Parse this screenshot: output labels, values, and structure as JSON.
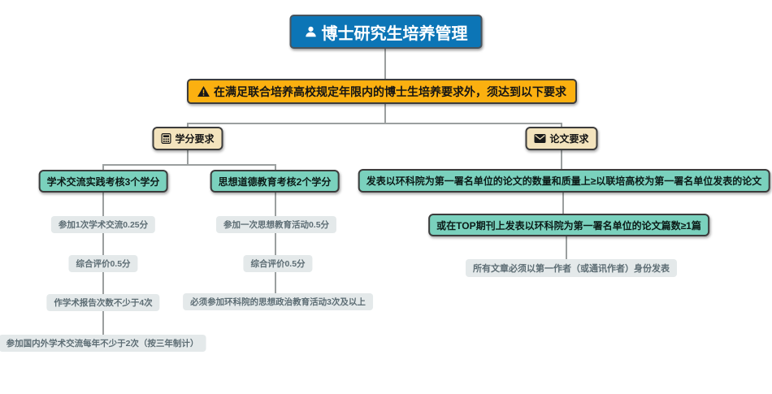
{
  "colors": {
    "root_blue": "#0c75b6",
    "condition_orange": "#fbb010",
    "branch_beige": "#f3e3bd",
    "requirement_teal": "#7ad1bd",
    "detail_gray_bg": "#e4e9ea",
    "detail_gray_text": "#5d6d74",
    "connector_gray": "#9b9f9f"
  },
  "root": {
    "label": "博士研究生培养管理",
    "icon": "person-icon"
  },
  "condition": {
    "label": "在满足联合培养高校规定年限内的博士生培养要求外，须达到以下要求",
    "icon": "warning-icon"
  },
  "credit_branch": {
    "label": "学分要求",
    "icon": "calculator-icon",
    "academic": {
      "label": "学术交流实践考核3个学分",
      "items": [
        "参加1次学术交流0.25分",
        "综合评价0.5分",
        "作学术报告次数不少于4次",
        "参加国内外学术交流每年不少于2次（按三年制计）"
      ]
    },
    "moral": {
      "label": "思想道德教育考核2个学分",
      "items": [
        "参加一次思想教育活动0.5分",
        "综合评价0.5分",
        "必须参加环科院的思想政治教育活动3次及以上"
      ]
    }
  },
  "paper_branch": {
    "label": "论文要求",
    "icon": "envelope-icon",
    "rules": [
      "发表以环科院为第一署名单位的论文的数量和质量上≥以联培高校为第一署名单位发表的论文",
      "或在TOP期刊上发表以环科院为第一署名单位的论文篇数≥1篇"
    ],
    "note": "所有文章必须以第一作者（或通讯作者）身份发表"
  }
}
